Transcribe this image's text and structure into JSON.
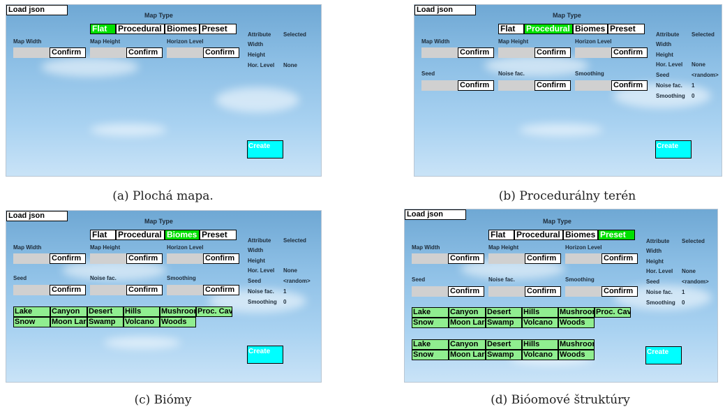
{
  "ui": {
    "load_json": "Load json",
    "map_type": "Map Type",
    "tabs": [
      "Flat",
      "Procedural",
      "Biomes",
      "Preset"
    ],
    "map_width": "Map Width",
    "map_height": "Map Height",
    "horizon_level": "Horizon Level",
    "seed": "Seed",
    "noise_fac": "Noise fac.",
    "smoothing": "Smoothing",
    "confirm": "Confirm",
    "create": "Create",
    "attr_header": "Attribute",
    "selected_header": "Selected",
    "attr_width": "Width",
    "attr_height": "Height",
    "attr_hor_level": "Hor. Level",
    "attr_hor_value": "None",
    "attr_seed": "Seed",
    "attr_seed_value": "<random>",
    "attr_noise": "Noise fac.",
    "attr_noise_value": "1",
    "attr_smoothing": "Smoothing",
    "attr_smoothing_value": "0",
    "biome_row1": [
      "Lake",
      "Canyon",
      "Desert",
      "Hills",
      "Mushroom",
      "Proc. Caves"
    ],
    "biome_row1_d": [
      "Lake",
      "Canyon",
      "Desert",
      "Hills",
      "Mushroom",
      "Proc. Caves"
    ],
    "biome_row2": [
      "Snow",
      "Moon Lar",
      "Swamp",
      "Volcano",
      "Woods"
    ],
    "biome_row3": [
      "Lake",
      "Canyon",
      "Desert",
      "Hills",
      "Mushroom"
    ]
  },
  "captions": {
    "a": "(a) Plochá mapa.",
    "b": "(b) Procedurálny terén",
    "c": "(c) Biómy",
    "d": "(d) Bióomové štruktúry"
  },
  "colors": {
    "active_tab": "#00e000",
    "biome_button": "#90ee90",
    "create_button": "#00ffff",
    "input_field": "#d0d0d0"
  }
}
